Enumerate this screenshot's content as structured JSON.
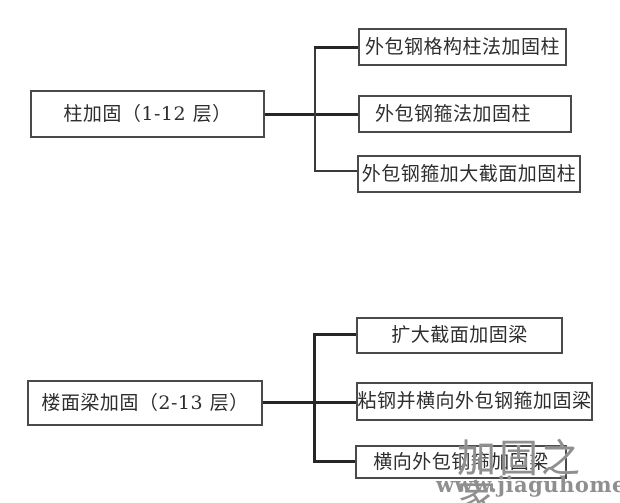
{
  "diagram": {
    "groups": [
      {
        "parent_label": "柱加固（1-12 层）",
        "children": [
          {
            "label": "外包钢格构柱法加固柱"
          },
          {
            "label": "外包钢箍法加固柱"
          },
          {
            "label": "外包钢箍加大截面加固柱"
          }
        ]
      },
      {
        "parent_label": "楼面梁加固（2-13 层）",
        "children": [
          {
            "label": "扩大截面加固梁"
          },
          {
            "label": "粘钢并横向外包钢箍加固梁"
          },
          {
            "label": "横向外包钢箍加固梁"
          }
        ]
      }
    ]
  },
  "watermark": {
    "logo_text": "加固之家",
    "url_text": "www.jiaguhome.com",
    "color": "#8f8f8f"
  },
  "colors": {
    "box_border": "#4a4a4a",
    "connector_line": "#262626",
    "text": "#2e2e2e",
    "background": "#ffffff"
  }
}
